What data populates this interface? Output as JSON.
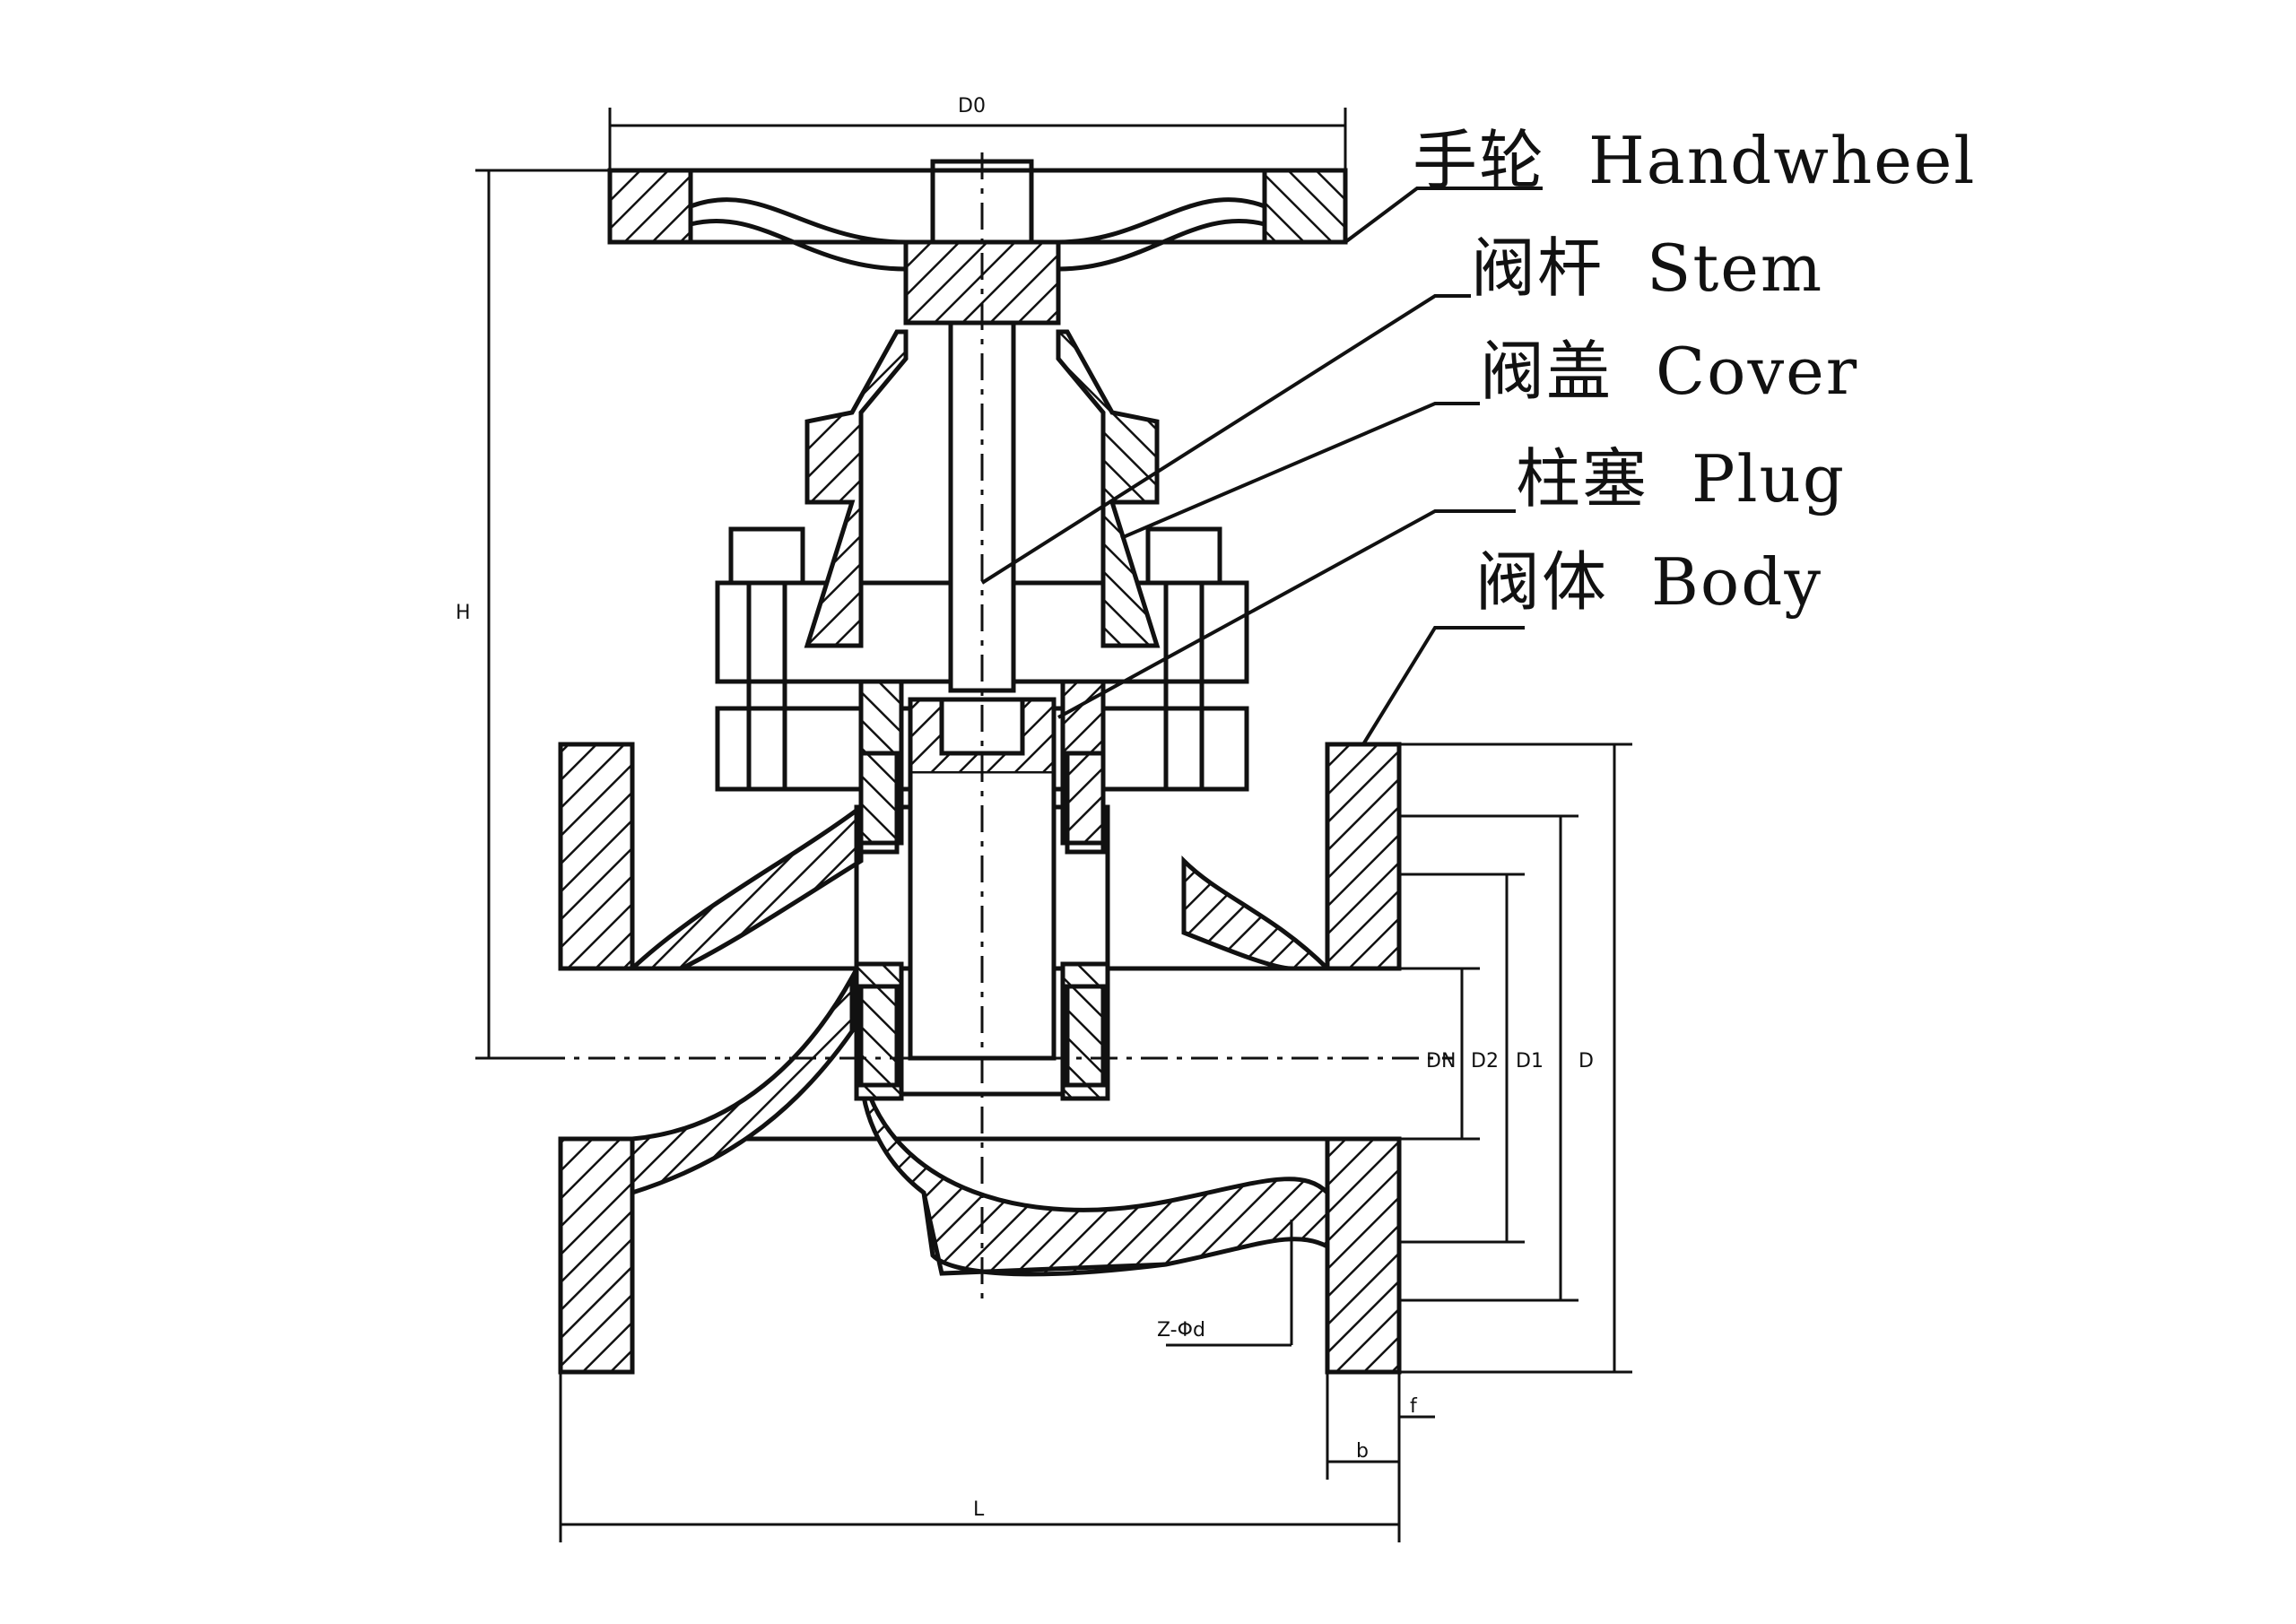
{
  "labels": [
    {
      "id": "handwheel",
      "cn": "手轮",
      "en": "Handwheel"
    },
    {
      "id": "stem",
      "cn": "阀杆",
      "en": "Stem"
    },
    {
      "id": "cover",
      "cn": "阀盖",
      "en": "Cover"
    },
    {
      "id": "plug",
      "cn": "柱塞",
      "en": "Plug"
    },
    {
      "id": "body",
      "cn": "阀体",
      "en": "Body"
    }
  ],
  "dimensions": {
    "top_width": "D0",
    "height": "H",
    "length": "L",
    "bolts": "Z-Φd",
    "flange_thickness": "b",
    "raised_face": "f",
    "bore_1": "DN",
    "bore_2": "D2",
    "bore_3": "D1",
    "outer": "D"
  },
  "colors": {
    "line": "#111111",
    "hatch": "#111111",
    "background": "#ffffff"
  }
}
